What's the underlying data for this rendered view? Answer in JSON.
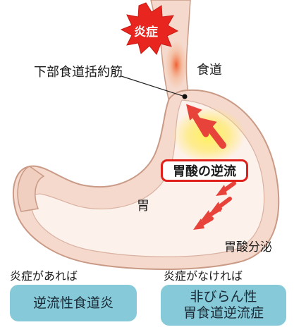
{
  "labels": {
    "inflammation": "炎症",
    "sphincter": "下部食道括約筋",
    "esophagus": "食道",
    "reflux": "胃酸の逆流",
    "stomach": "胃",
    "secretion": "胃酸分泌"
  },
  "outcomes": {
    "with_inflammation": {
      "condition": "炎症があれば",
      "result": "逆流性食道炎"
    },
    "without_inflammation": {
      "condition": "炎症がなければ",
      "result_line1": "非びらん性",
      "result_line2": "胃食道逆流症"
    }
  },
  "colors": {
    "stomach_wall": "#f5d9cc",
    "stomach_outline": "#c99a86",
    "stomach_inner": "#fdf1ec",
    "burst": "#e8251e",
    "arrow": "#e8433a",
    "callout_border": "#e0201a",
    "result_box": "#86c9d8",
    "acid_glow": "#fff04a"
  }
}
